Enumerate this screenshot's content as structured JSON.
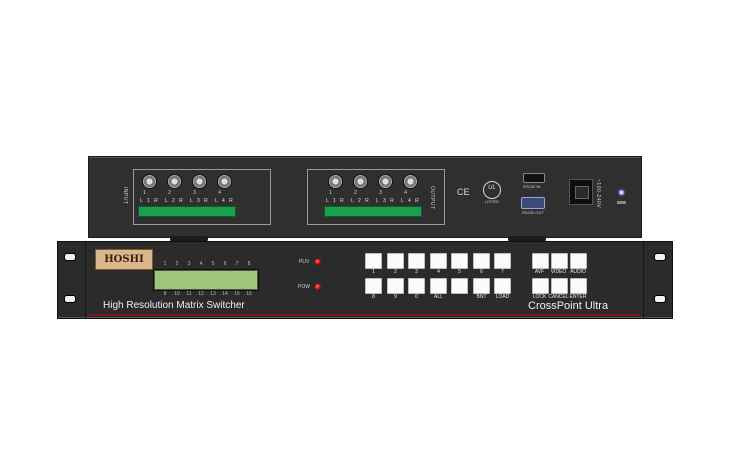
{
  "rear_panel": {
    "input_label": "INPUT",
    "output_label": "OUTPUT",
    "input_channels": [
      "1",
      "2",
      "3",
      "4"
    ],
    "output_channels": [
      "1",
      "2",
      "3",
      "4"
    ],
    "terminal_labels": [
      "L 1 R",
      "L 2 R",
      "L 3 R",
      "L 4 R"
    ],
    "ce_mark": "CE",
    "ul_mark": "UL",
    "ul_text": "LISTED",
    "rs232_in_label": "RS232 IN",
    "rs232_out_label": "RS232 OUT",
    "power_label": "~100-240V"
  },
  "front_panel": {
    "logo": "HOSHI",
    "channel_numbers_top": [
      "1",
      "2",
      "3",
      "4",
      "5",
      "6",
      "7",
      "8"
    ],
    "channel_numbers_bottom": [
      "9",
      "10",
      "11",
      "12",
      "13",
      "14",
      "15",
      "16"
    ],
    "model_text": "High Resolution Matrix Switcher",
    "led_run": "PLN",
    "led_power": "POW",
    "brand_text": "CrossPoint Ultra",
    "keypad_row1": [
      "1",
      "2",
      "3",
      "4",
      "5",
      "6",
      "7"
    ],
    "keypad_row2": [
      "8",
      "9",
      "0",
      "ALL",
      "",
      "BNT",
      "LOAD"
    ],
    "mode_row1": [
      "AVF",
      "VIDEO",
      "AUDIO"
    ],
    "mode_row2": [
      "LOCK",
      "CANCEL",
      "ENTER"
    ]
  }
}
